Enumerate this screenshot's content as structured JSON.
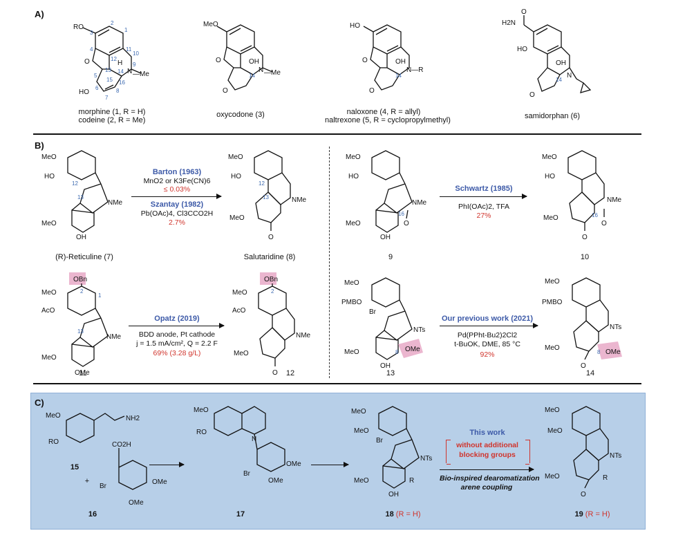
{
  "panels": {
    "a": "A)",
    "b": "B)",
    "c": "C)"
  },
  "panel_a": {
    "compounds": [
      {
        "line1": "morphine (1, R = H)",
        "line2": "codeine (2, R = Me)"
      },
      {
        "line1": "oxycodone (3)"
      },
      {
        "line1": "naloxone (4, R = allyl)",
        "line2": "naltrexone (5, R = cyclopropylmethyl)"
      },
      {
        "line1": "samidorphan (6)"
      }
    ]
  },
  "panel_b": {
    "reactions": [
      {
        "author1": "Barton (1963)",
        "cond1": "MnO2 or K3Fe(CN)6",
        "yield1": "≤ 0.03%",
        "author2": "Szantay (1982)",
        "cond2": "Pb(OAc)4, Cl3CCO2H",
        "yield2": "2.7%",
        "sm": "(R)-Reticuline (7)",
        "pdt": "Salutaridine (8)"
      },
      {
        "author": "Schwartz (1985)",
        "cond": "PhI(OAc)2, TFA",
        "yield": "27%",
        "sm": "9",
        "pdt": "10"
      },
      {
        "author": "Opatz (2019)",
        "cond_l1": "BDD anode, Pt cathode",
        "cond_l2": "j = 1.5 mA/cm², Q = 2.2 F",
        "yield": "69% (3.28 g/L)",
        "sm": "11",
        "pdt": "12"
      },
      {
        "author": "Our previous work (2021)",
        "cond_l1": "Pd(PPht-Bu2)2Cl2",
        "cond_l2": "t-BuOK, DME, 85 °C",
        "yield": "92%",
        "sm": "13",
        "pdt": "14"
      }
    ]
  },
  "panel_c": {
    "labels": {
      "c15": "15",
      "c16": "16",
      "c17": "17",
      "c18": "18",
      "c18r": "(R = H)",
      "c19": "19",
      "c19r": "(R = H)",
      "plus": "+"
    },
    "this_work": "This work",
    "bracket_l1": "without additional",
    "bracket_l2": "blocking groups",
    "subtitle_l1": "Bio-inspired dearomatization",
    "subtitle_l2": "arene coupling"
  },
  "atom_labels": {
    "ro": "RO",
    "meo": "MeO",
    "ho": "HO",
    "oh": "OH",
    "nme": "NMe",
    "nts": "NTs",
    "obn": "OBn",
    "aco": "AcO",
    "ome": "OMe",
    "pmbo": "PMBO",
    "br": "Br",
    "co2h": "CO2H",
    "nh2": "NH2",
    "r": "R",
    "n": "N",
    "me": "—Me",
    "nr": "N—R",
    "h2n": "H2N",
    "o": "O",
    "h": "H"
  }
}
